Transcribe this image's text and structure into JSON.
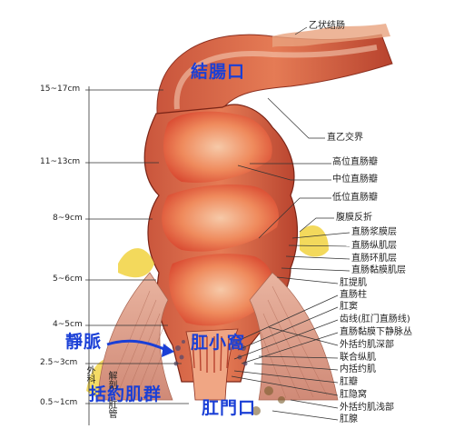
{
  "top_label": "乙状结肠",
  "annotations": {
    "colon_opening": "結腸口",
    "veins": "靜脈",
    "anal_crypt": "肛小窩",
    "sphincter_group": "括約肌群",
    "anus": "肛門口"
  },
  "scale_marks": [
    "15~17cm",
    "11~13cm",
    "8~9cm",
    "5~6cm",
    "4~5cm",
    "2.5~3cm",
    "0.5~1cm"
  ],
  "right_labels": [
    "直乙交界",
    "高位直肠瓣",
    "中位直肠瓣",
    "低位直肠瓣",
    "腹膜反折",
    "直肠浆膜层",
    "直肠纵肌层",
    "直肠环肌层",
    "直肠黏膜肌层",
    "肛提肌",
    "直肠柱",
    "肛窦",
    "齿线(肛门直肠线)",
    "直肠黏膜下静脉丛",
    "外括约肌深部",
    "联合纵肌",
    "内括约肌",
    "肛瓣",
    "肛隐窝",
    "外括约肌浅部",
    "肛腺"
  ],
  "vertical_labels": [
    "外科",
    "解剖",
    "肛管"
  ]
}
